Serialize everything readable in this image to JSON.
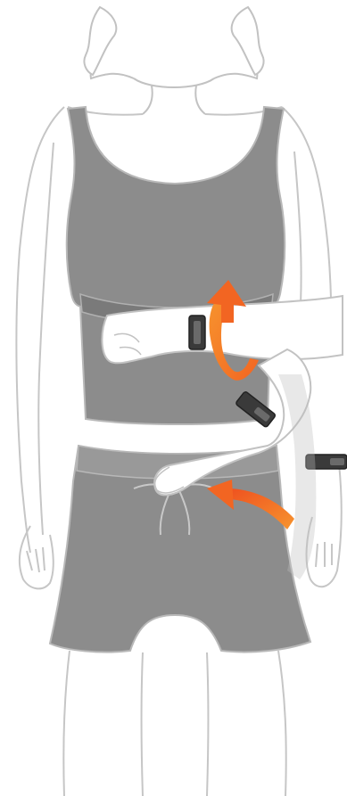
{
  "illustration": {
    "subject": "figure-wearing-tank-top-and-shorts",
    "elements": [
      "head-outline",
      "tank-top",
      "shorts",
      "left-arm",
      "right-arm",
      "tracker-band",
      "rotation-arrow-upper",
      "rotation-arrow-lower"
    ]
  },
  "colors": {
    "background": "#ffffff",
    "outline": "#bdbdbd",
    "clothing": "#8c8c8c",
    "clothing_shadow": "#7a7a7a",
    "skin_fill": "#ffffff",
    "arrow_orange": "#f26522",
    "arrow_orange_light": "#f7942e",
    "band_dark": "#3a3a3a",
    "band_highlight": "#6a6a6a"
  },
  "icons": {
    "upper_arrow": "circular-rotate-arrow-icon",
    "lower_arrow": "curved-arrow-icon",
    "band": "fitness-tracker-icon"
  }
}
